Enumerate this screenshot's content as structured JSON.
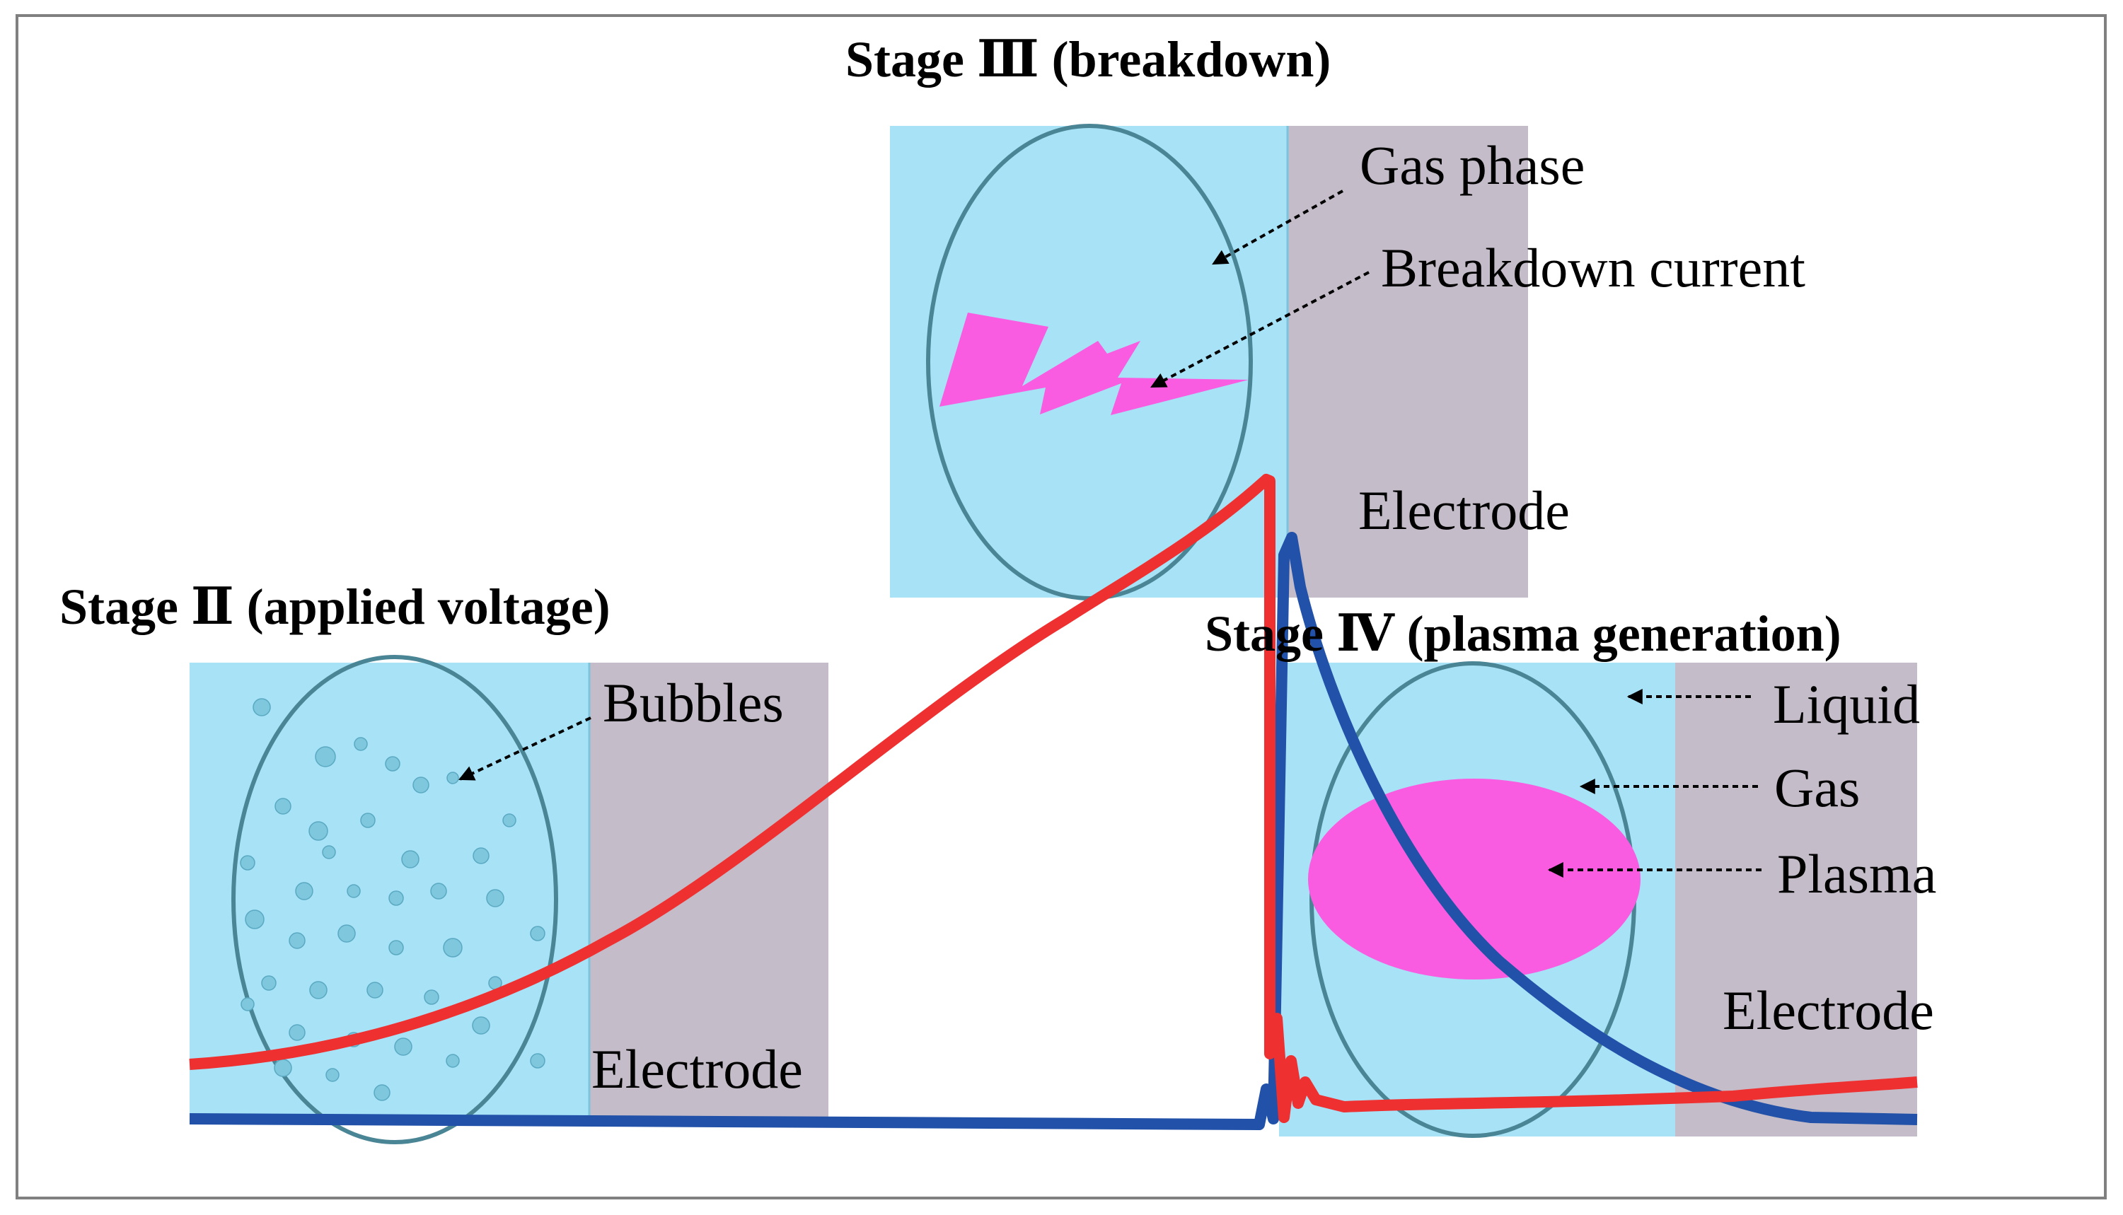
{
  "colors": {
    "liquid": "#a8e2f7",
    "electrode": "#c4bcc8",
    "ellipse_stroke": "#4a8595",
    "plasma": "#f95ce0",
    "voltage_trace": "#ef3030",
    "current_trace": "#2151a8",
    "frame": "#808080"
  },
  "stage2": {
    "title": "Stage Ⅱ (applied voltage)",
    "bubbles_label": "Bubbles",
    "electrode_label": "Electrode"
  },
  "stage3": {
    "title": "Stage Ⅲ (breakdown)",
    "gas_phase_label": "Gas phase",
    "breakdown_current_label": "Breakdown current",
    "electrode_label": "Electrode"
  },
  "stage4": {
    "title": "Stage Ⅳ (plasma generation)",
    "liquid_label": "Liquid",
    "gas_label": "Gas",
    "plasma_label": "Plasma",
    "electrode_label": "Electrode"
  }
}
